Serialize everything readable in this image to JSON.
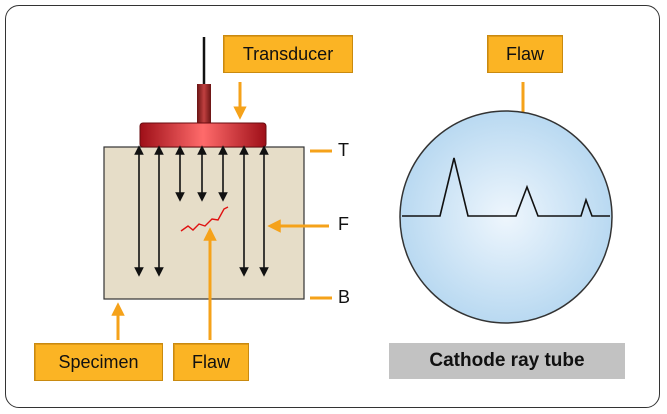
{
  "labels": {
    "transducer": "Transducer",
    "flaw_crt": "Flaw",
    "flaw_specimen": "Flaw",
    "specimen": "Specimen",
    "top": "T",
    "flaw_level": "F",
    "bottom": "B",
    "crt_caption": "Cathode ray tube"
  },
  "colors": {
    "label_fill": "#fbb424",
    "arrow": "#f5a21a",
    "specimen_fill": "#e6ddc8",
    "transducer_red": "#d0202a",
    "crt_fill": "#d4e8f6",
    "flaw_line": "#e01010"
  }
}
